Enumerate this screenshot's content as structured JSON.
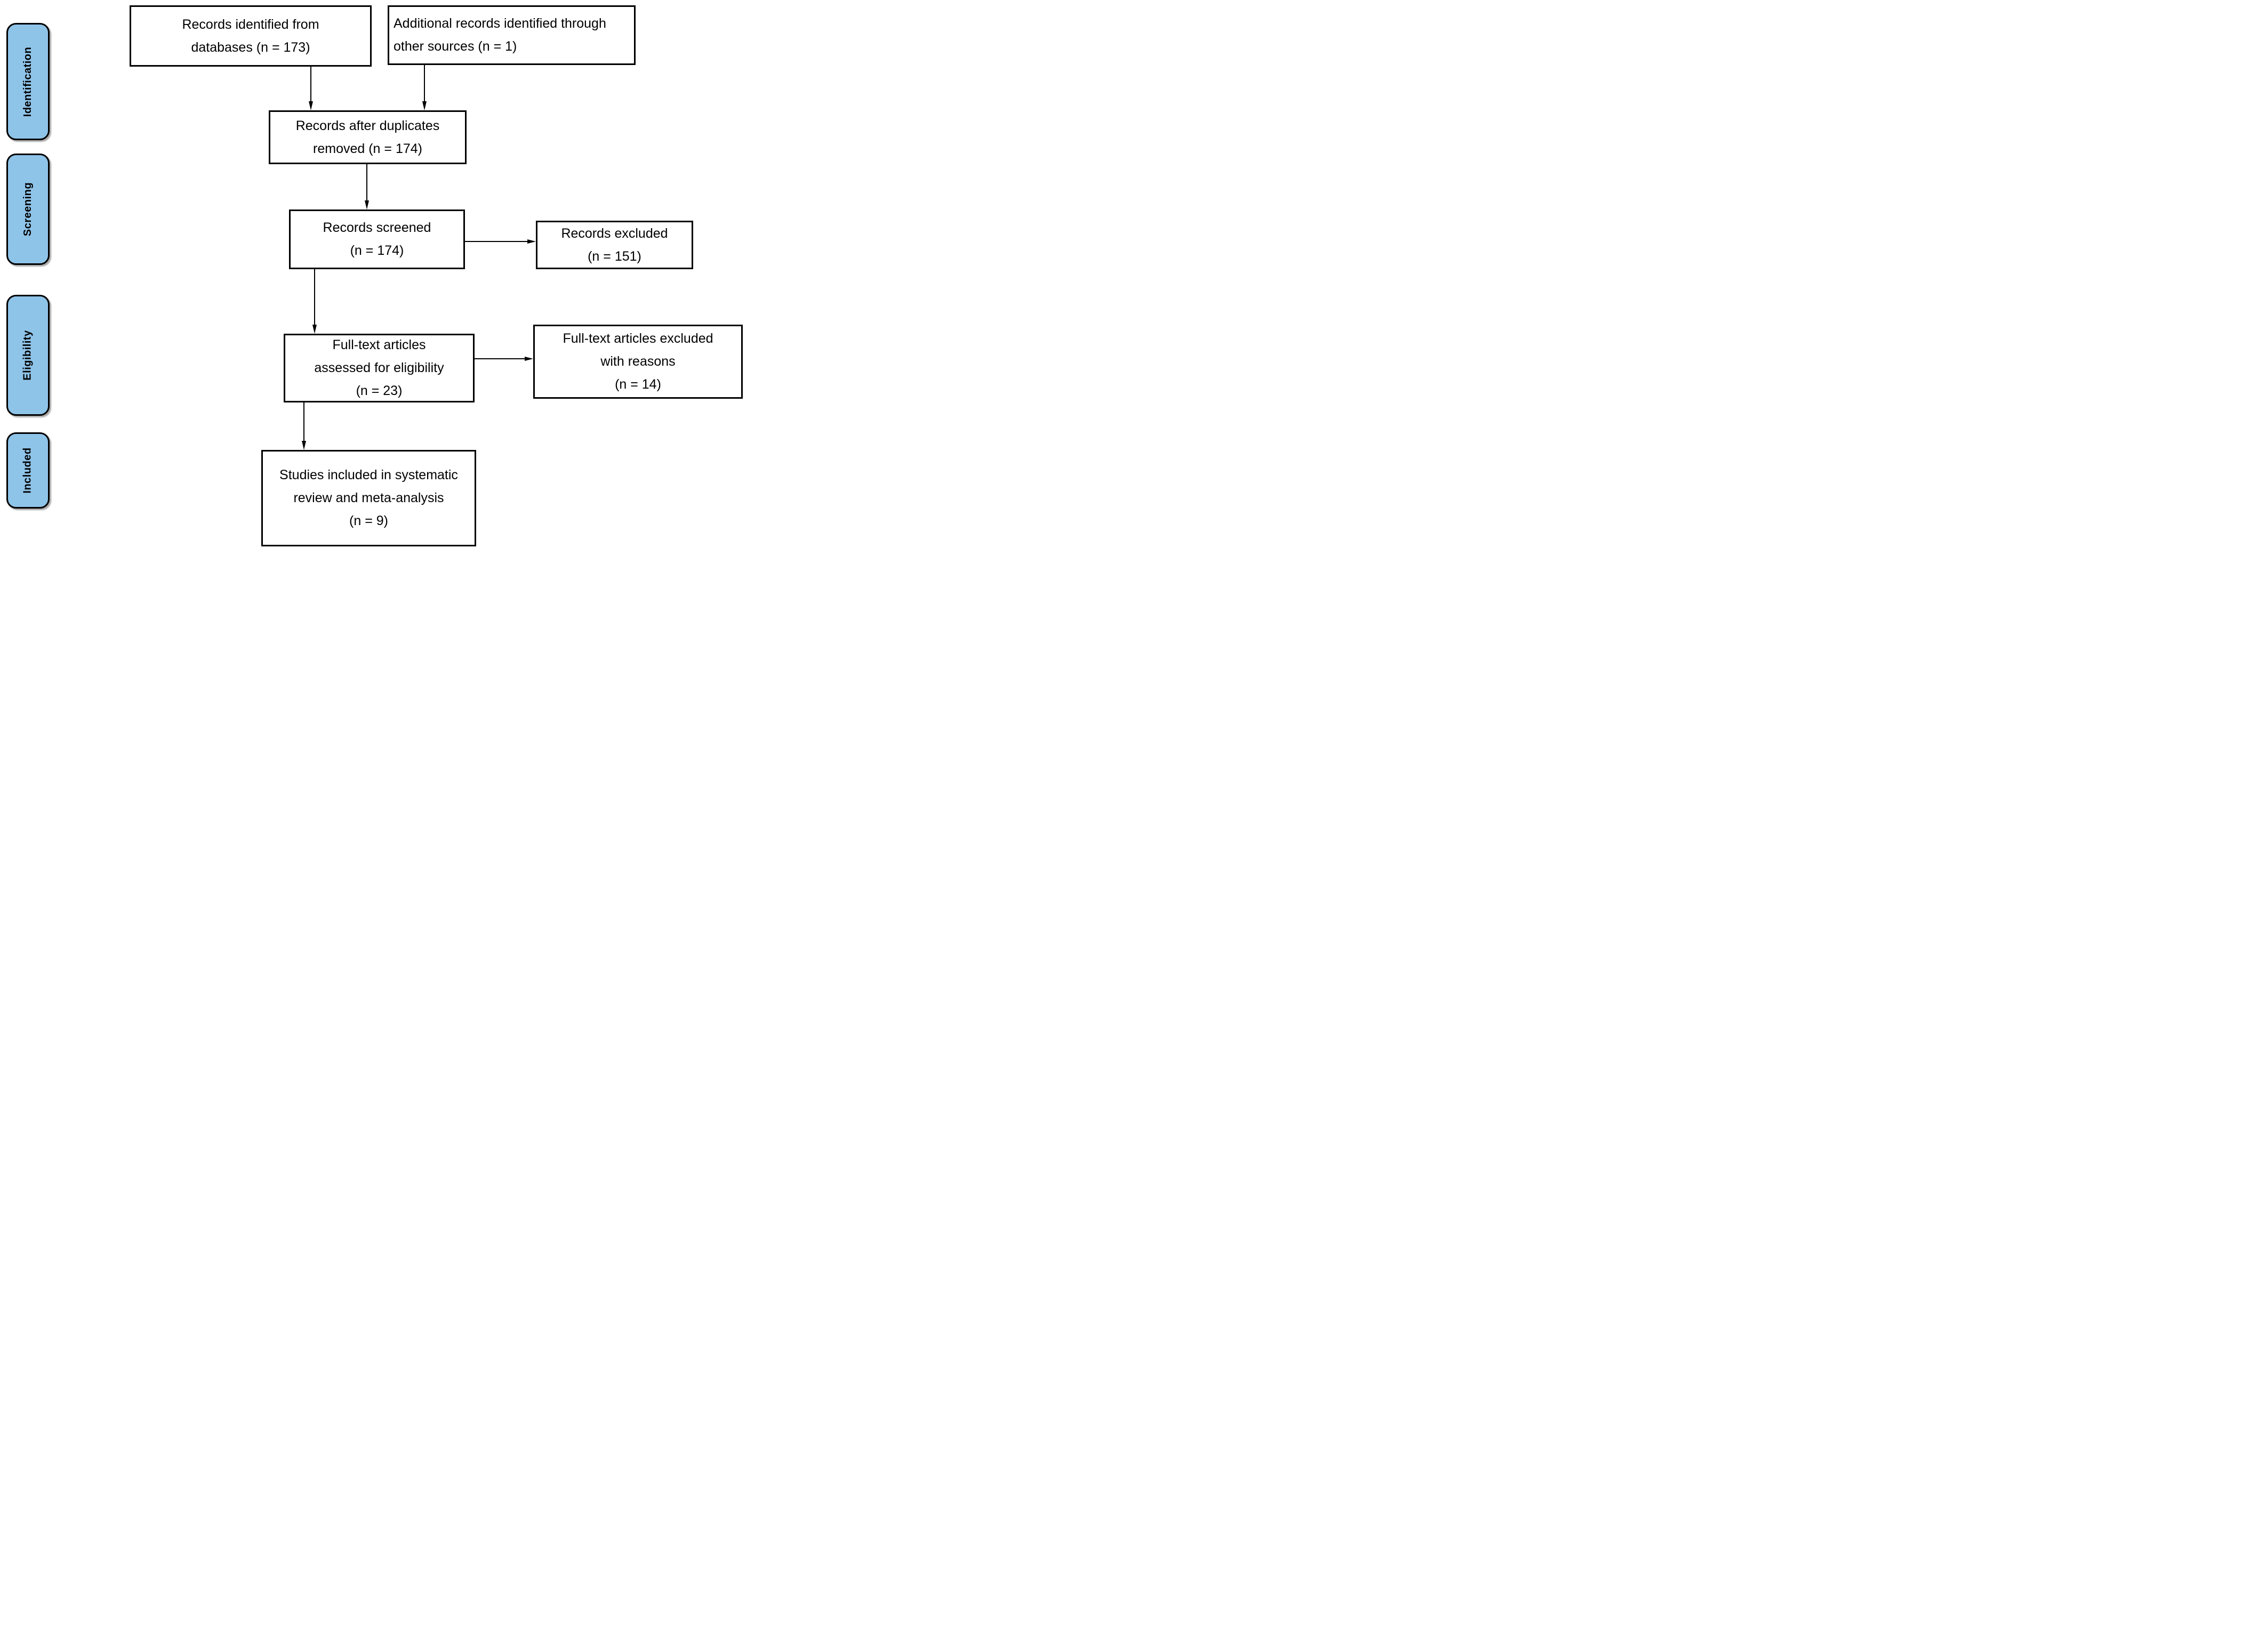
{
  "diagram_type": "PRISMA flow diagram",
  "colors": {
    "stage_fill": "#8fc4e9",
    "box_border": "#000000",
    "background": "#ffffff"
  },
  "stages": [
    {
      "label": "Identification"
    },
    {
      "label": "Screening"
    },
    {
      "label": "Eligibility"
    },
    {
      "label": "Included"
    }
  ],
  "boxes": {
    "records_identified": {
      "n": 173,
      "lines": [
        "Records identified from",
        "databases (n = 173)"
      ]
    },
    "additional_records": {
      "n": 1,
      "lines": [
        "Additional records identified through",
        "other sources (n = 1)"
      ]
    },
    "after_duplicates": {
      "n": 174,
      "lines": [
        "Records after duplicates",
        "removed (n = 174)"
      ]
    },
    "records_screened": {
      "n": 174,
      "lines": [
        "Records screened",
        "(n = 174)"
      ]
    },
    "records_excluded": {
      "n": 151,
      "lines": [
        "Records excluded",
        "(n = 151)"
      ]
    },
    "fulltext_assessed": {
      "n": 23,
      "lines": [
        "Full-text articles",
        "assessed for eligibility",
        "(n = 23)"
      ]
    },
    "fulltext_excluded": {
      "n": 14,
      "lines": [
        "Full-text articles excluded",
        "with reasons",
        "(n = 14)"
      ]
    },
    "studies_included": {
      "n": 9,
      "lines": [
        "Studies included in systematic",
        "review and meta-analysis",
        "(n = 9)"
      ]
    }
  }
}
